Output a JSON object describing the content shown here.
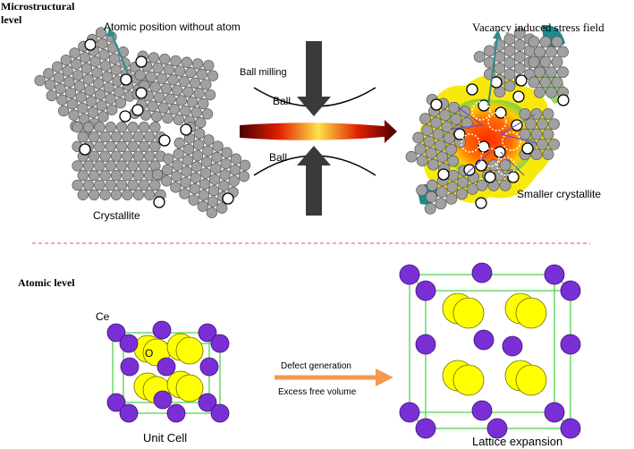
{
  "labels": {
    "microstructural_level": [
      "Microstructural",
      "level"
    ],
    "atomic_position": "Atomic position without atom",
    "ball_milling": "Ball milling",
    "ball_top": "Ball",
    "ball_bottom": "Ball",
    "vacancy_field": "Vacancy induced stress field",
    "crystallite": "Crystallite",
    "smaller_crystallite": "Smaller crystallite",
    "atomic_level": "Atomic level",
    "ce": "Ce",
    "o": "O",
    "defect_generation": "Defect generation",
    "excess_free_volume": "Excess free volume",
    "unit_cell": "Unit Cell",
    "lattice_expansion": "Lattice expansion"
  },
  "colors": {
    "atom_gray": "#a0a0a0",
    "atom_stroke": "#555555",
    "cerium": "#7a2fd6",
    "oxygen": "#ffff00",
    "lattice_line": "#4fd44f",
    "divider": "#e05050",
    "orange_arrow": "#f39a4e",
    "teal_arrow": "#2e8b8b",
    "dark_arrow": "#3a3a3a"
  }
}
